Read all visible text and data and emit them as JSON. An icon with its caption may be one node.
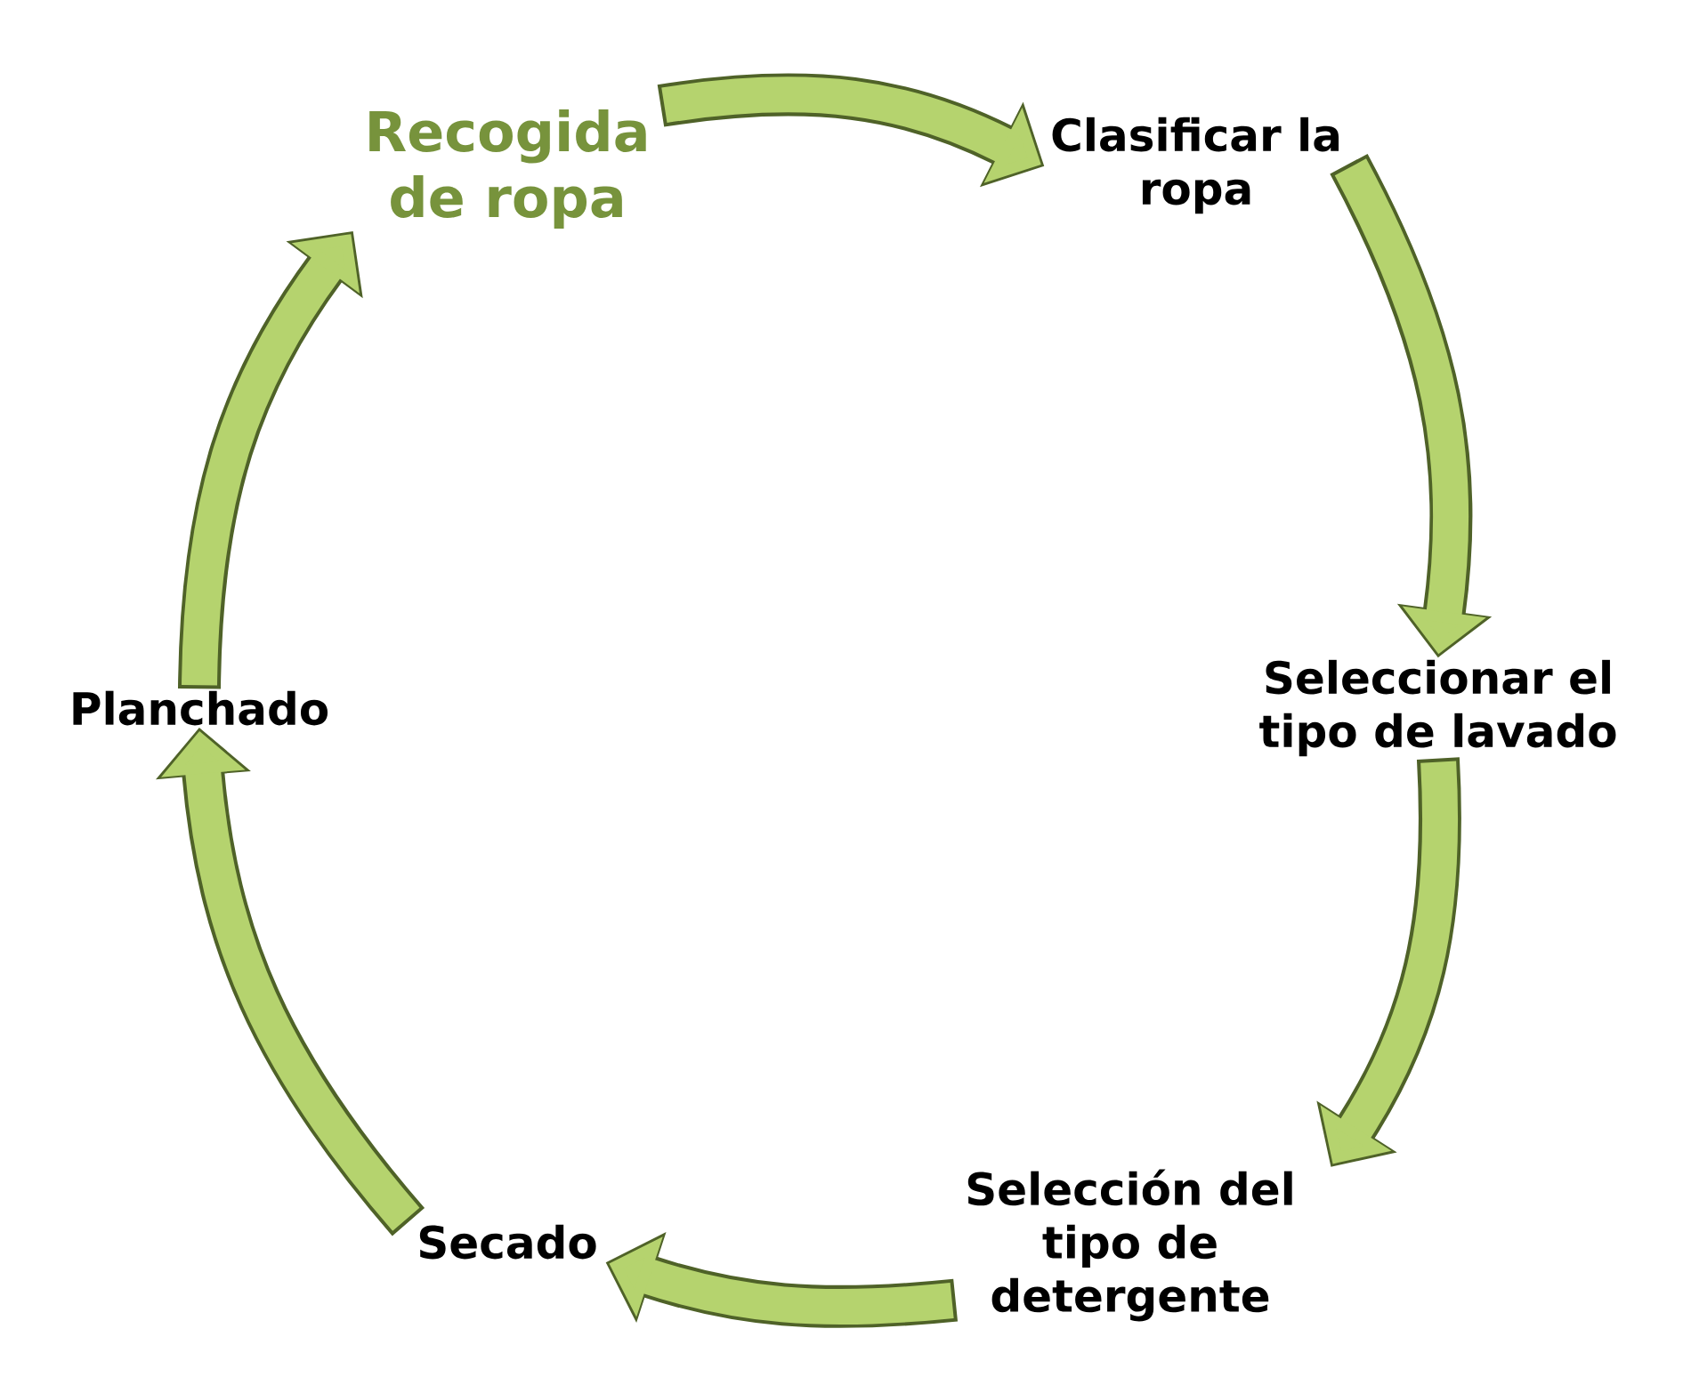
{
  "diagram": {
    "nodes": [
      {
        "text": [
          "Recogida de ropa"
        ]
      },
      {
        "text": [
          "Clasificar la ropa"
        ]
      },
      {
        "text": [
          "Seleccionar el tipo de lavado"
        ]
      },
      {
        "text": [
          "Selección del tipo de detergente"
        ]
      },
      {
        "text": [
          "Secado"
        ]
      },
      {
        "text": [
          "Planchado"
        ]
      }
    ],
    "edges": [
      {
        "from": 0,
        "to": 1,
        "arrow": "to"
      },
      {
        "from": 1,
        "to": 2,
        "arrow": "to"
      },
      {
        "from": 2,
        "to": 3,
        "arrow": "to"
      },
      {
        "from": 3,
        "to": 4,
        "arrow": "to"
      },
      {
        "from": 4,
        "to": 5,
        "arrow": "to"
      },
      {
        "from": 5,
        "to": 0,
        "arrow": "to"
      }
    ]
  }
}
